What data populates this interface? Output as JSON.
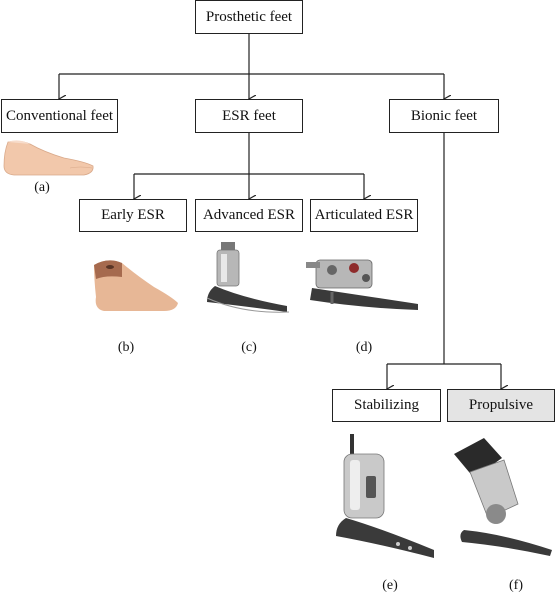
{
  "root": {
    "label": "Prosthetic feet"
  },
  "level1": {
    "conventional": {
      "label": "Conventional feet"
    },
    "esr": {
      "label": "ESR feet"
    },
    "bionic": {
      "label": "Bionic feet"
    }
  },
  "level2": {
    "early": {
      "label": "Early ESR"
    },
    "advanced": {
      "label": "Advanced ESR"
    },
    "articulated": {
      "label": "Articulated ESR"
    },
    "stabilizing": {
      "label": "Stabilizing"
    },
    "propulsive": {
      "label": "Propulsive"
    }
  },
  "captions": {
    "a": "(a)",
    "b": "(b)",
    "c": "(c)",
    "d": "(d)",
    "e": "(e)",
    "f": "(f)"
  },
  "colors": {
    "propulsive_fill": "#e4e4e4",
    "skin_tone": "#f2c8ab",
    "early_esr_tone": "#a66a4e",
    "metal": "#b7b7b7",
    "carbon": "#3a3a3a"
  },
  "images": {
    "a": "conventional-foot-image",
    "b": "early-esr-foot-image",
    "c": "advanced-esr-foot-image",
    "d": "articulated-esr-foot-image",
    "e": "stabilizing-bionic-foot-image",
    "f": "propulsive-bionic-foot-image"
  }
}
